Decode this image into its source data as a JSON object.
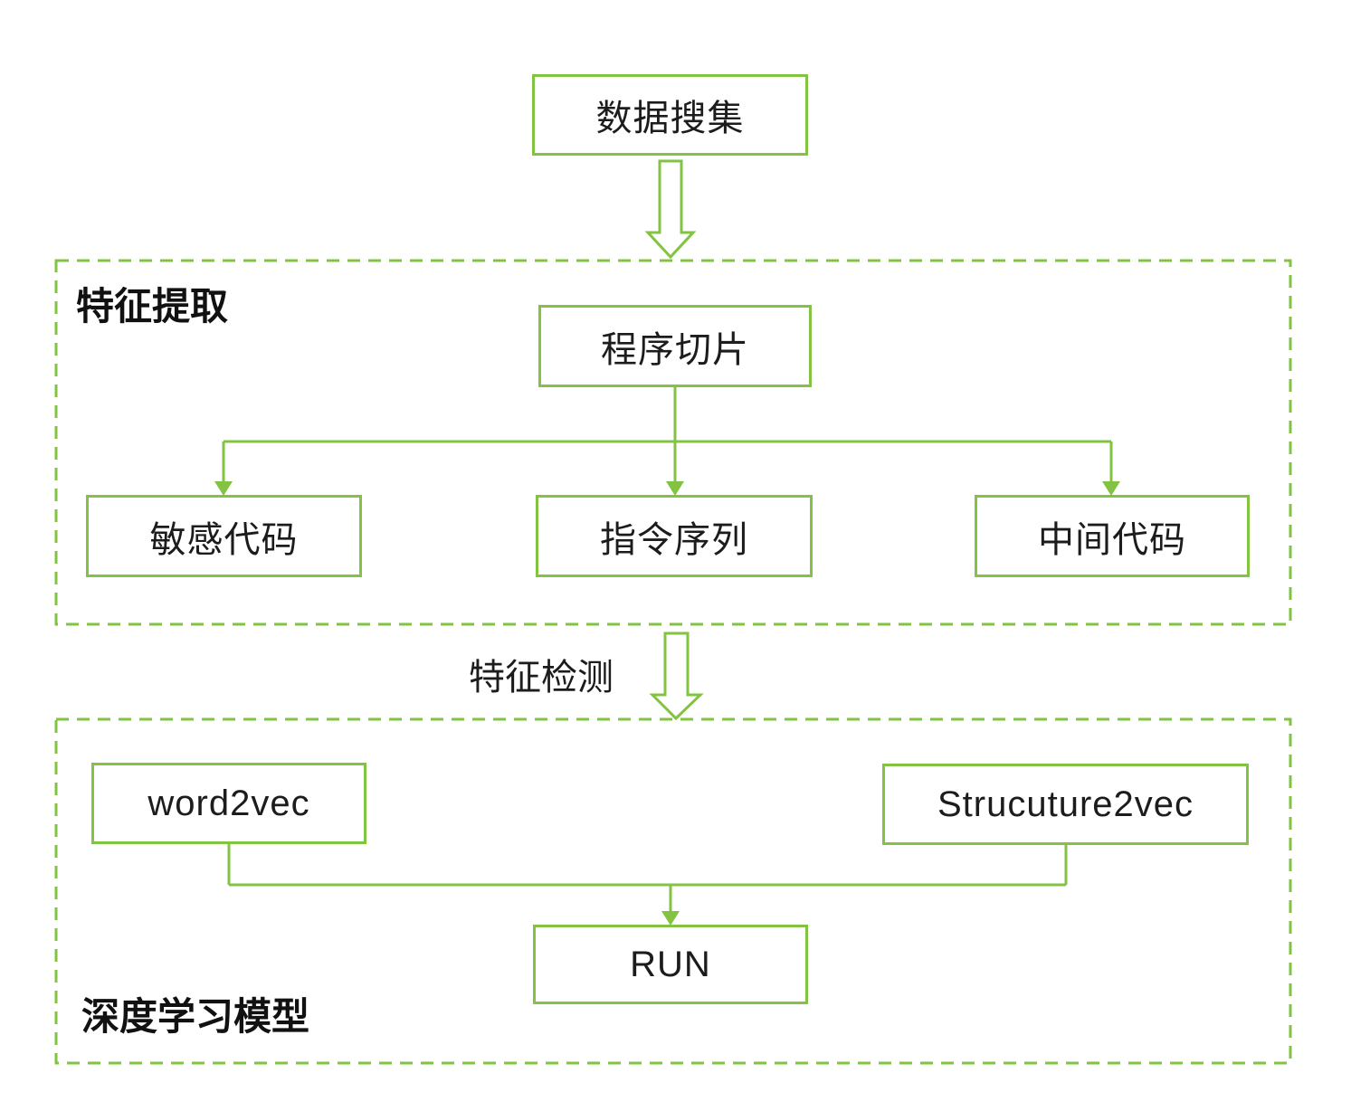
{
  "colors": {
    "accent_green": "#82c341",
    "text": "#1c1c1c",
    "background": "#ffffff"
  },
  "nodes": {
    "data_collection": "数据搜集",
    "program_slicing": "程序切片",
    "sensitive_code": "敏感代码",
    "instruction_sequence": "指令序列",
    "intermediate_code": "中间代码",
    "word2vec": "word2vec",
    "structure2vec": "Strucuture2vec",
    "run": "RUN"
  },
  "sections": {
    "feature_extraction": "特征提取",
    "deep_learning_model": "深度学习模型"
  },
  "edges": {
    "feature_detection": "特征检测"
  }
}
